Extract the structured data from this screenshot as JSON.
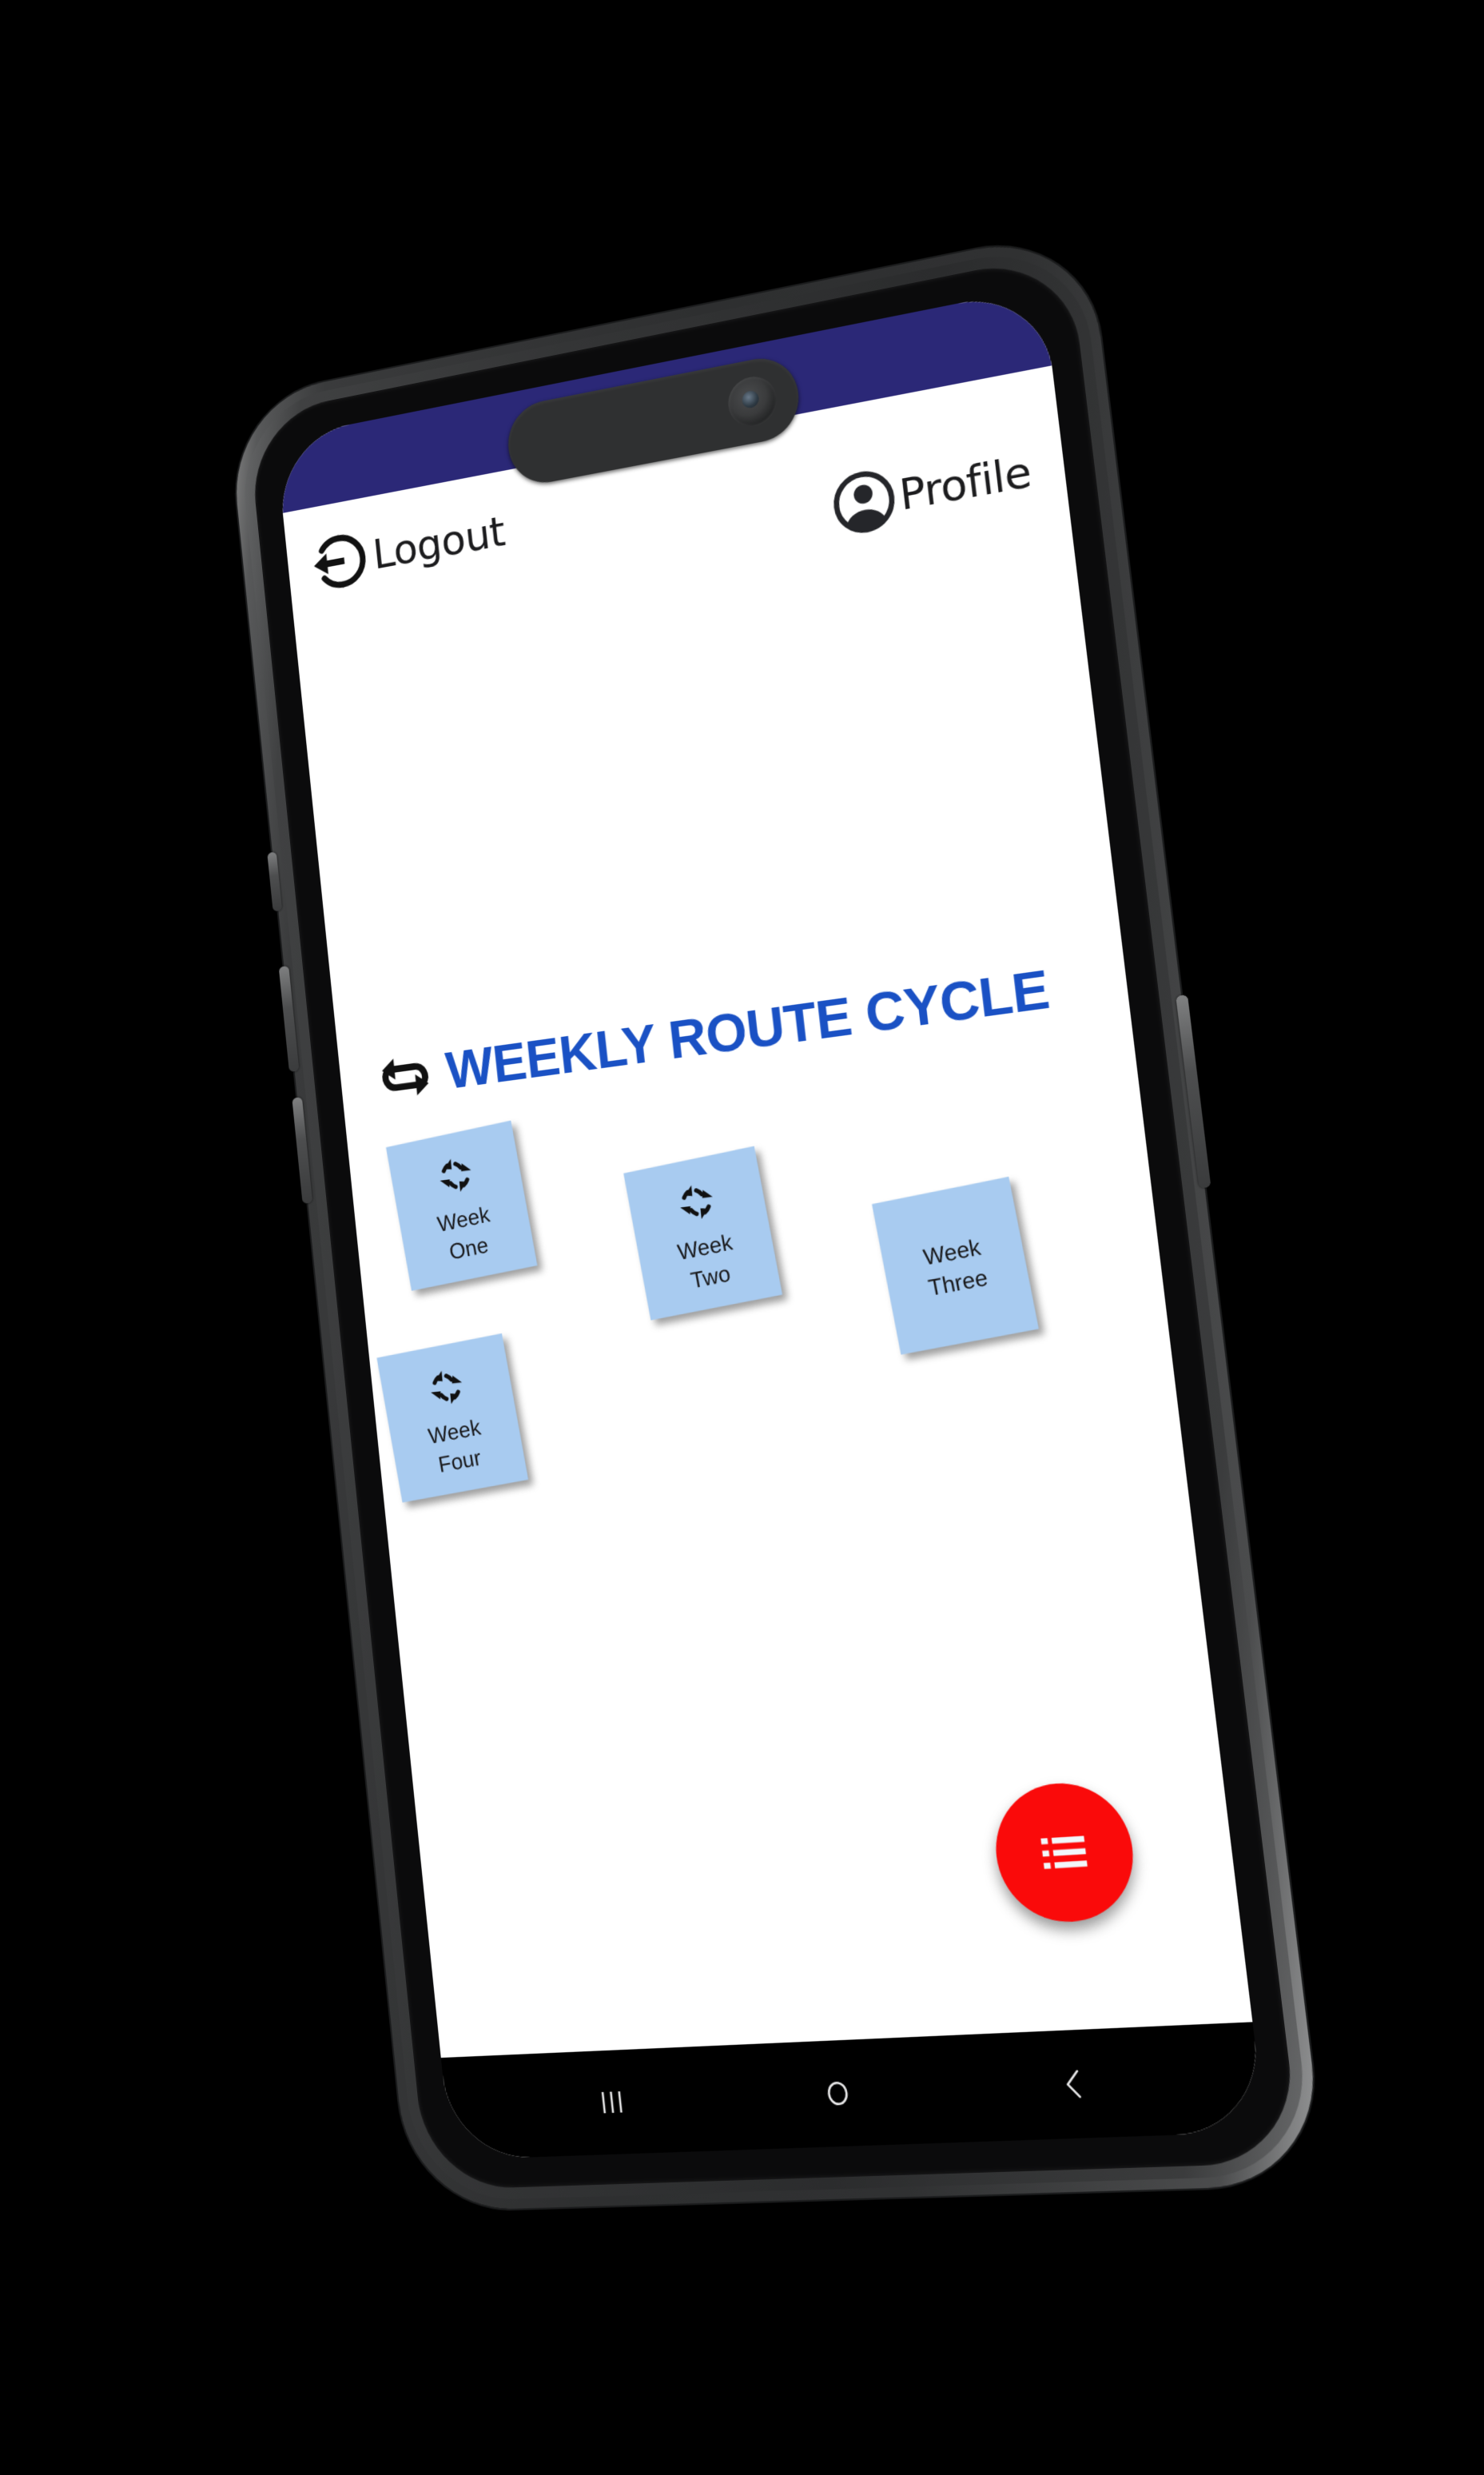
{
  "device": {
    "platform": "android-phone-mockup",
    "notch": {
      "camera_icon": "front-camera-lens"
    },
    "side_buttons": [
      "power-button",
      "volume-up-button",
      "volume-down-button",
      "silent-switch"
    ]
  },
  "colors": {
    "status_bar": "#2B2877",
    "screen_background": "#FFFFFF",
    "title_blue": "#1A51C4",
    "card_blue": "#A8CBF0",
    "fab_red": "#FA0A0A",
    "text_dark": "#1C1C1E",
    "nav_bar": "#000000"
  },
  "app": {
    "topbar": {
      "logout": {
        "label": "Logout",
        "icon": "logout-arrow-icon"
      },
      "profile": {
        "label": "Profile",
        "icon": "account-circle-icon"
      }
    },
    "title": {
      "text": "WEEKLY ROUTE CYCLE",
      "icon": "sync-repeat-icon"
    },
    "cards": [
      {
        "line1": "Week",
        "line2": "One",
        "icon": "cycle-arrows-icon",
        "has_icon": true
      },
      {
        "line1": "Week",
        "line2": "Two",
        "icon": "cycle-arrows-icon",
        "has_icon": true
      },
      {
        "line1": "Week",
        "line2": "Three",
        "icon": "",
        "has_icon": false
      },
      {
        "line1": "Week",
        "line2": "Four",
        "icon": "cycle-arrows-icon",
        "has_icon": true
      }
    ],
    "fab": {
      "icon": "list-menu-icon",
      "label": ""
    },
    "navbar": {
      "recents": {
        "icon": "recents-bars-icon"
      },
      "home": {
        "icon": "home-circle-icon"
      },
      "back": {
        "icon": "back-chevron-icon"
      }
    }
  }
}
